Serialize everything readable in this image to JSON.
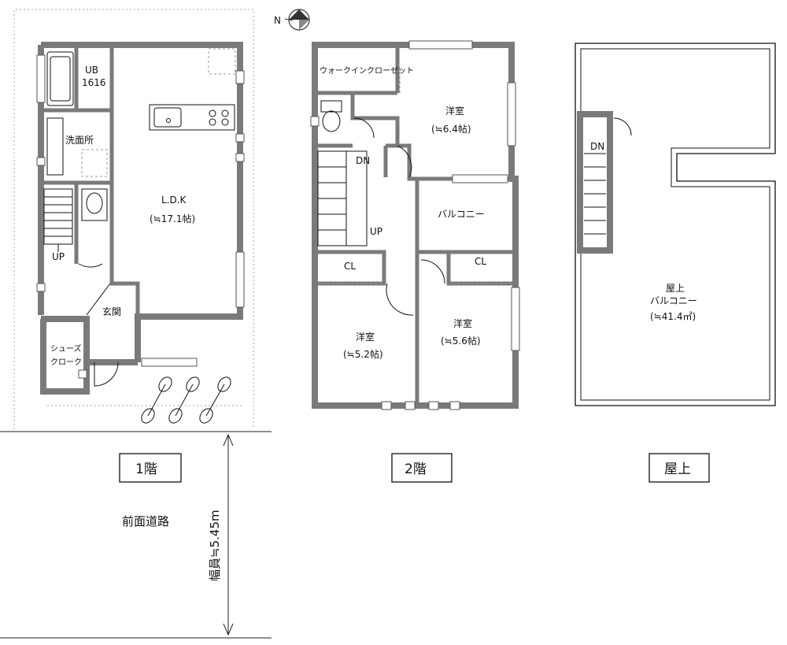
{
  "compass": {
    "north_label": "N"
  },
  "floors": {
    "first": {
      "tab_label": "1階",
      "rooms": {
        "ub": "UB",
        "ub_size": "1616",
        "washroom": "洗面所",
        "ldk": "L.D.K",
        "ldk_area": "(≒17.1帖)",
        "up": "UP",
        "entrance": "玄関",
        "shoe_closet_1": "シューズ",
        "shoe_closet_2": "クローク"
      }
    },
    "second": {
      "tab_label": "2階",
      "rooms": {
        "walk_in_closet": "ウォークインクローゼット",
        "western_room_a": "洋室",
        "western_room_a_area": "(≒6.4帖)",
        "dn": "DN",
        "up": "UP",
        "balcony": "バルコニー",
        "cl_left": "CL",
        "cl_right": "CL",
        "western_room_b": "洋室",
        "western_room_b_area": "(≒5.2帖)",
        "western_room_c": "洋室",
        "western_room_c_area": "(≒5.6帖)"
      }
    },
    "roof": {
      "tab_label": "屋上",
      "rooms": {
        "dn": "DN",
        "roof_label_1": "屋上",
        "roof_label_2": "バルコニー",
        "roof_area": "(≒41.4㎡)"
      }
    }
  },
  "road": {
    "label": "前面道路",
    "width": "幅員≒5.45m"
  }
}
